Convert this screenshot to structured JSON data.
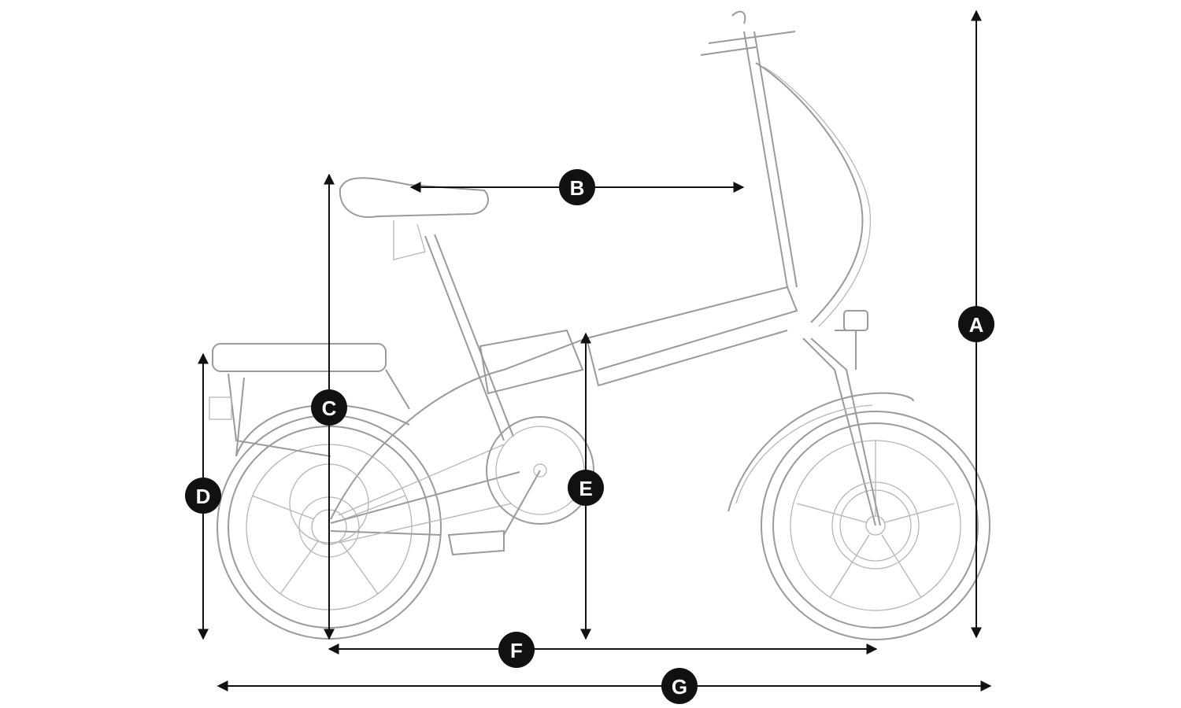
{
  "diagram": {
    "subject": "folding-electric-bike",
    "dimension_labels": {
      "A": "A",
      "B": "B",
      "C": "C",
      "D": "D",
      "E": "E",
      "F": "F",
      "G": "G"
    },
    "colors": {
      "badge": "#111111",
      "badge_text": "#ffffff",
      "bike_line": "#9a9a9a",
      "arrow": "#111111"
    }
  }
}
